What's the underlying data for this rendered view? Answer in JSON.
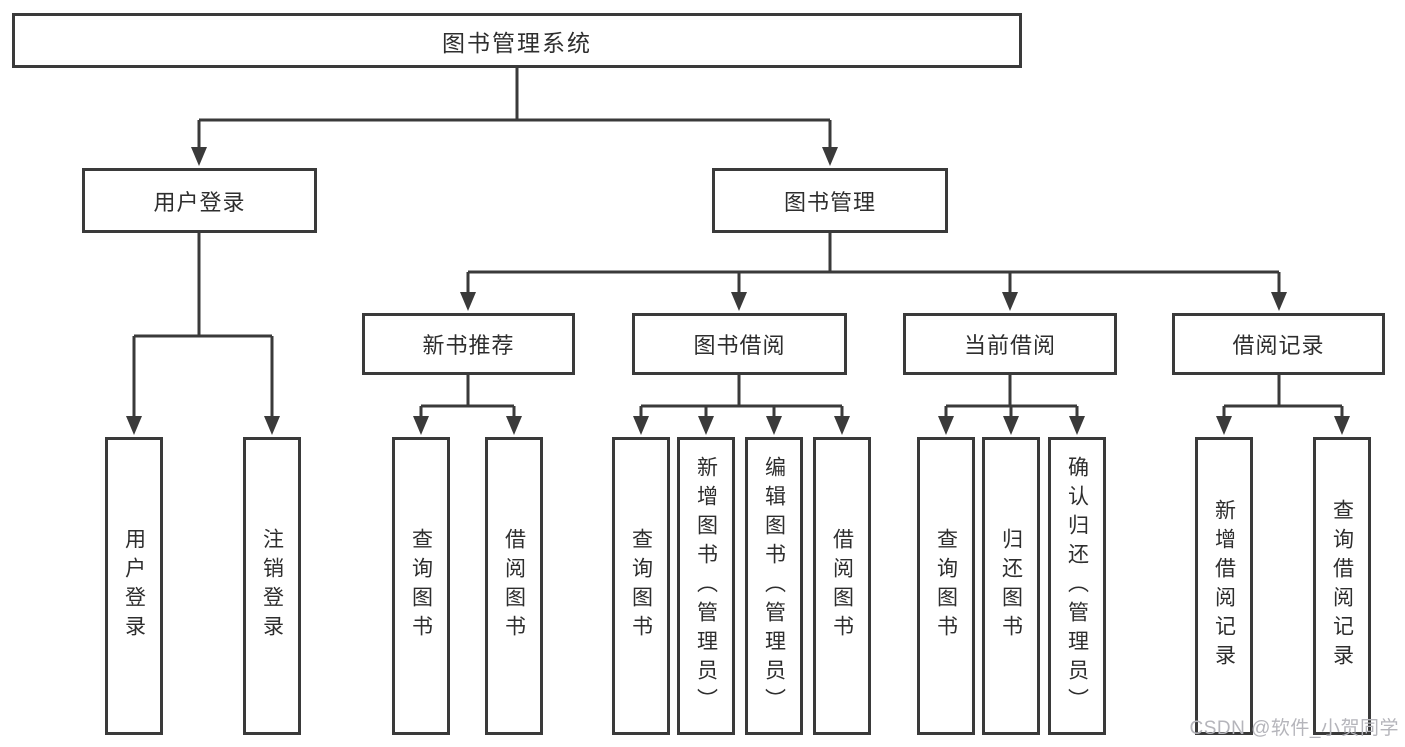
{
  "diagram": {
    "colors": {
      "border": "#3a3a3a",
      "text": "#2e2e2e",
      "watermark": "#b5b5bb",
      "background": "#ffffff"
    },
    "root": {
      "label": "图书管理系统"
    },
    "level2": {
      "user_login": {
        "label": "用户登录"
      },
      "book_management": {
        "label": "图书管理"
      }
    },
    "level3": {
      "new_book_recommend": {
        "label": "新书推荐"
      },
      "book_borrowing": {
        "label": "图书借阅"
      },
      "current_borrowing": {
        "label": "当前借阅"
      },
      "borrowing_records": {
        "label": "借阅记录"
      }
    },
    "leaves": {
      "user_login_action": {
        "label": "用户登录"
      },
      "logout_action": {
        "label": "注销登录"
      },
      "recommend_query_books": {
        "label": "查询图书"
      },
      "recommend_borrow_books": {
        "label": "借阅图书"
      },
      "borrow_query_books": {
        "label": "查询图书"
      },
      "borrow_add_books_admin": {
        "label": "新增图书（管理员）"
      },
      "borrow_edit_books_admin": {
        "label": "编辑图书（管理员）"
      },
      "borrow_borrow_books": {
        "label": "借阅图书"
      },
      "current_query_books": {
        "label": "查询图书"
      },
      "current_return_books": {
        "label": "归还图书"
      },
      "current_confirm_return_admin": {
        "label": "确认归还（管理员）"
      },
      "records_add_record": {
        "label": "新增借阅记录"
      },
      "records_query_record": {
        "label": "查询借阅记录"
      }
    },
    "watermark": "CSDN @软件_小贺同学"
  }
}
